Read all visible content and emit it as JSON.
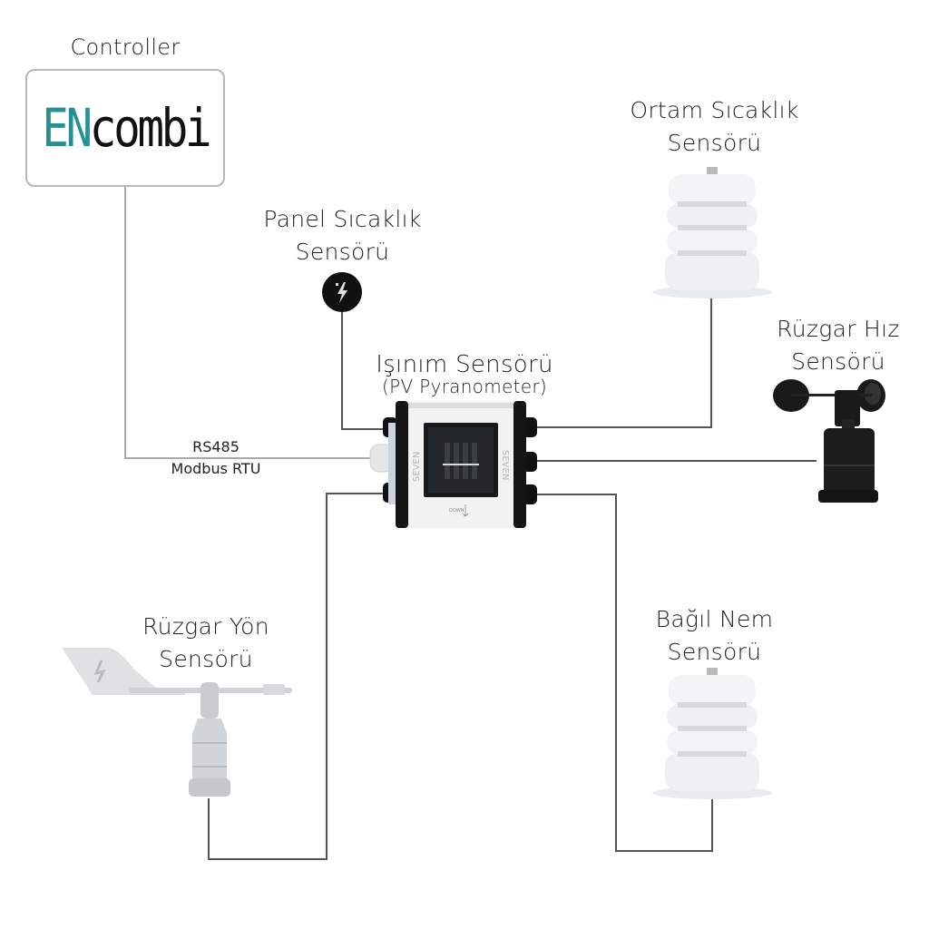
{
  "diagram": {
    "controller": {
      "label": "Controller",
      "logo_prefix": "EN",
      "logo_suffix": "combi",
      "logo_prefix_color": "#2a8f91"
    },
    "bus": {
      "line1": "RS485",
      "line2": "Modbus RTU"
    },
    "hub": {
      "title": "Işınım Sensörü",
      "subtitle": "(PV Pyranometer)",
      "brand": "SEVEN",
      "down_text": "DOWN"
    },
    "sensors": {
      "panel_temp": {
        "line1": "Panel Sıcaklık",
        "line2": "Sensörü"
      },
      "ambient_temp": {
        "line1": "Ortam Sıcaklık",
        "line2": "Sensörü"
      },
      "wind_speed": {
        "line1": "Rüzgar Hız",
        "line2": "Sensörü"
      },
      "wind_direction": {
        "line1": "Rüzgar Yön",
        "line2": "Sensörü"
      },
      "humidity": {
        "line1": "Bağıl Nem",
        "line2": "Sensörü"
      }
    },
    "colors": {
      "wire": "#555555",
      "controller_wire": "#aaaaaa",
      "device_dark": "#111111",
      "device_light": "#e8ecee"
    }
  }
}
